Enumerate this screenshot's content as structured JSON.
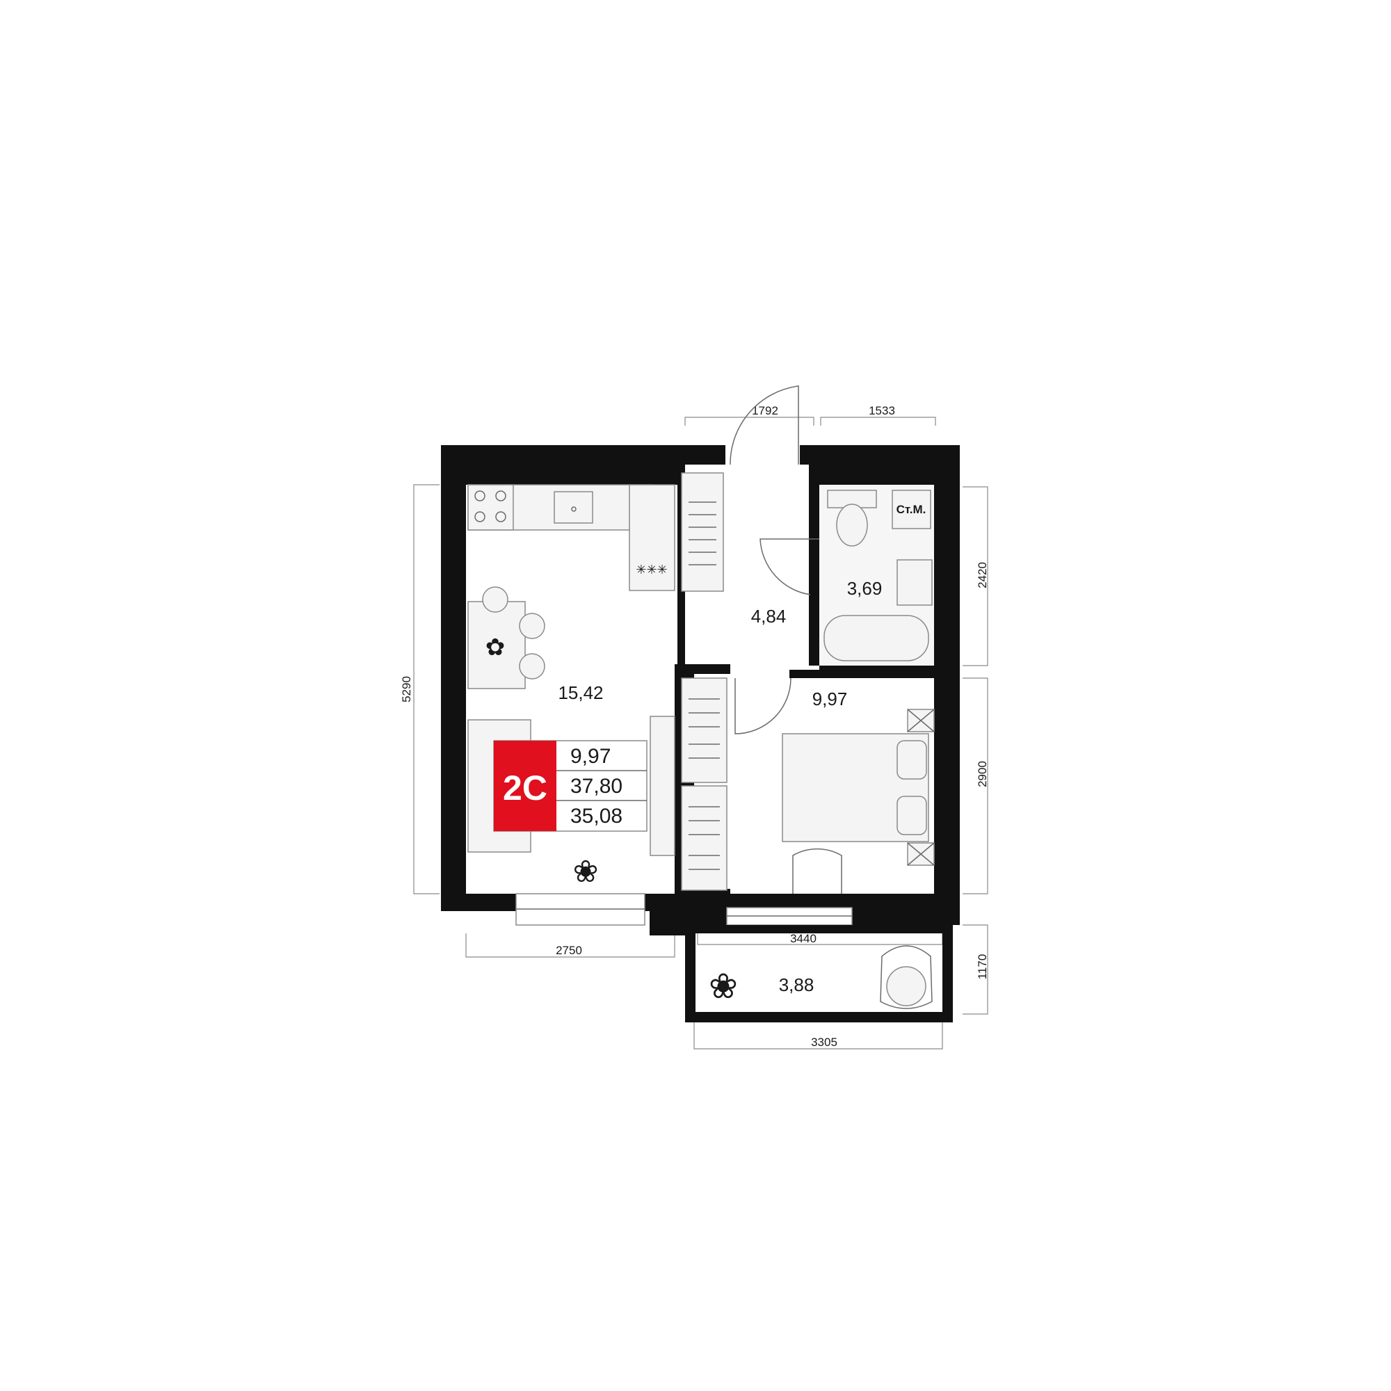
{
  "plan": {
    "apartment_type": "2С",
    "summary": {
      "living_area": "9,97",
      "total_area": "37,80",
      "area_without_balcony": "35,08"
    },
    "rooms": {
      "kitchen_living": "15,42",
      "hall": "4,84",
      "bathroom": "3,69",
      "bedroom": "9,97",
      "balcony": "3,88"
    },
    "washer_label": "Ст.М.",
    "dimensions": {
      "top_hall": "1792",
      "top_bath": "1533",
      "left_height": "5290",
      "right_bath": "2420",
      "right_bedroom": "2900",
      "right_balcony": "1170",
      "bottom_kitchen": "2750",
      "bottom_bedroom": "3440",
      "bottom_balcony": "3305"
    },
    "colors": {
      "wall": "#111111",
      "badge": "#e0101e",
      "furniture": "#f4f4f4"
    }
  }
}
